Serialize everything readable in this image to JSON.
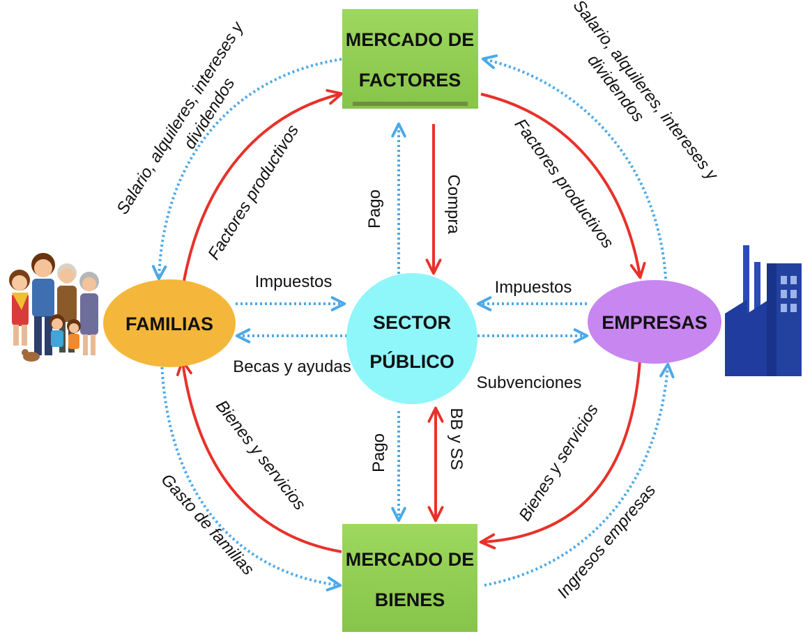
{
  "nodes": {
    "mercado_factores": {
      "line1": "MERCADO DE",
      "line2": "FACTORES"
    },
    "mercado_bienes": {
      "line1": "MERCADO DE",
      "line2": "BIENES"
    },
    "familias": {
      "label": "FAMILIAS"
    },
    "empresas": {
      "label": "EMPRESAS"
    },
    "sector_publico": {
      "line1": "SECTOR",
      "line2": "PÚBLICO"
    }
  },
  "labels": {
    "salario_izq": {
      "line1": "Salario, alquileres, intereses y",
      "line2": "dividendos"
    },
    "salario_der": {
      "line1": "Salario, alquileres, intereses y",
      "line2": "dividendos"
    },
    "factores_izq": "Factores productivos",
    "factores_der": "Factores productivos",
    "pago_arriba": "Pago",
    "compra": "Compra",
    "impuestos_izq": "Impuestos",
    "impuestos_der": "Impuestos",
    "becas": "Becas y ayudas",
    "subvenciones": "Subvenciones",
    "pago_abajo": "Pago",
    "bbyss": "BB y SS",
    "bienes_izq": "Bienes y servicios",
    "bienes_der": "Bienes y servicios",
    "gasto": "Gasto de familias",
    "ingresos": "Ingresos empresas"
  },
  "icons": {
    "family": "family-illustration-icon",
    "factory": "factory-icon"
  },
  "colors": {
    "market_box": "#92D050",
    "familias": "#F4B73B",
    "empresas": "#C886F0",
    "sector_publico": "#8FF6FA",
    "real_flow": "#E8312A",
    "money_flow": "#4BA9E8",
    "factory": "#1F3C9E"
  }
}
